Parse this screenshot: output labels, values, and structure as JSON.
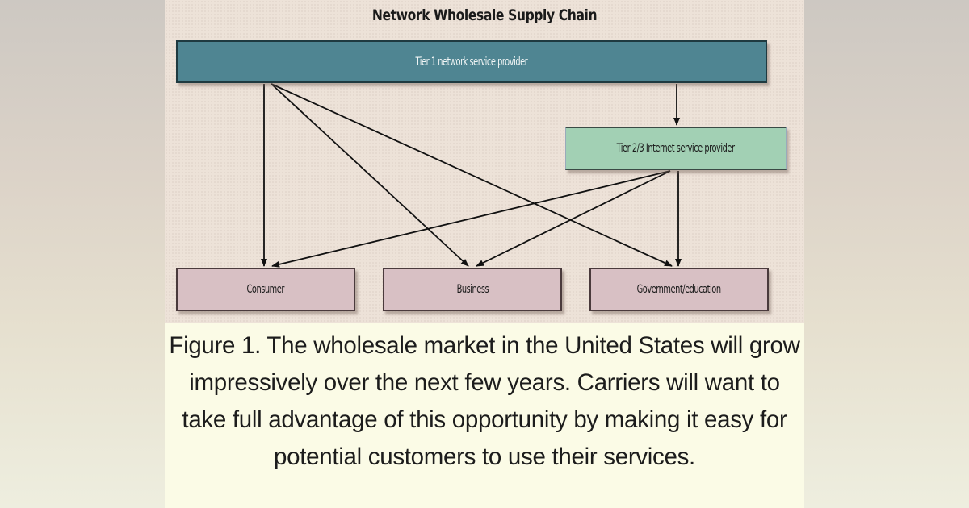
{
  "diagram": {
    "title": "Network Wholesale Supply Chain",
    "nodes": {
      "tier1": {
        "label": "Tier 1 network service provider",
        "color": "#4f8592"
      },
      "tier23": {
        "label": "Tier 2/3 Internet service provider",
        "color": "#a2d0b4"
      },
      "consumer": {
        "label": "Consumer",
        "color": "#d8c0c4"
      },
      "business": {
        "label": "Business",
        "color": "#d8c0c4"
      },
      "government": {
        "label": "Government/education",
        "color": "#d8c0c4"
      }
    },
    "edges": [
      {
        "from": "tier1",
        "to": "consumer"
      },
      {
        "from": "tier1",
        "to": "business"
      },
      {
        "from": "tier1",
        "to": "government"
      },
      {
        "from": "tier1",
        "to": "tier23"
      },
      {
        "from": "tier23",
        "to": "consumer"
      },
      {
        "from": "tier23",
        "to": "business"
      },
      {
        "from": "tier23",
        "to": "government"
      }
    ]
  },
  "caption": {
    "text": "Figure 1. The wholesale market in the United States will grow impressively over the next few years. Carriers will want to take full advantage of this opportunity by making it easy for potential customers to use their services."
  }
}
